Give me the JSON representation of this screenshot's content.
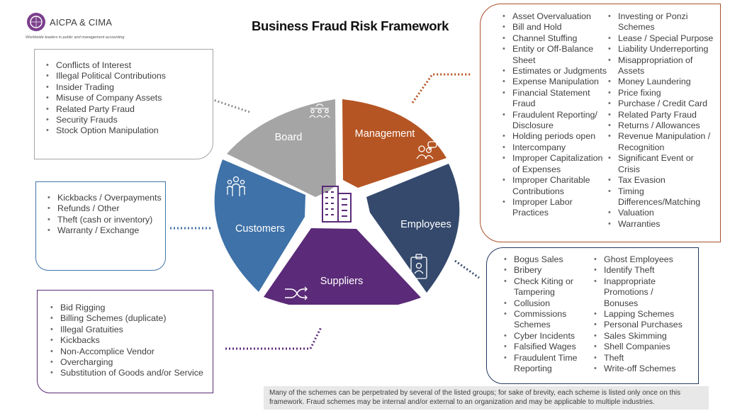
{
  "logo": {
    "brand_left": "AICPA",
    "brand_amp": " & ",
    "brand_right": "CIMA",
    "tagline": "Worldwide leaders in public and management accounting"
  },
  "title": "Business Fraud Risk Framework",
  "segments": {
    "board": {
      "label": "Board",
      "color": "#a5a5a5",
      "icon": "meeting-people-icon"
    },
    "management": {
      "label": "Management",
      "color": "#b55523",
      "icon": "chat-people-icon"
    },
    "employees": {
      "label": "Employees",
      "color": "#34496c",
      "icon": "id-badge-icon"
    },
    "suppliers": {
      "label": "Suppliers",
      "color": "#5b2a78",
      "icon": "shuffle-arrows-icon"
    },
    "customers": {
      "label": "Customers",
      "color": "#3f72a8",
      "icon": "group-people-icon"
    },
    "center_icon": "buildings-icon"
  },
  "board_items": [
    "Conflicts of Interest",
    "Illegal Political Contributions",
    "Insider Trading",
    "Misuse of Company Assets",
    "Related Party Fraud",
    "Security Frauds",
    "Stock Option Manipulation"
  ],
  "customer_items": [
    "Kickbacks / Overpayments",
    "Refunds / Other",
    "Theft (cash or inventory)",
    "Warranty / Exchange"
  ],
  "supplier_items": [
    "Bid Rigging",
    "Billing Schemes (duplicate)",
    "Illegal Gratuities",
    "Kickbacks",
    "Non-Accomplice Vendor",
    "Overcharging",
    "Substitution of Goods and/or Service"
  ],
  "management_items_col1": [
    "Asset Overvaluation",
    "Bill and Hold",
    "Channel Stuffing",
    "Entity or Off-Balance Sheet",
    "Estimates or Judgments",
    "Expense Manipulation",
    "Financial Statement Fraud",
    "Fraudulent Reporting/ Disclosure",
    "Holding periods open",
    "Intercompany",
    "Improper Capitalization of Expenses",
    "Improper Charitable Contributions",
    "Improper Labor Practices"
  ],
  "management_items_col2": [
    "Investing or Ponzi Schemes",
    "Lease / Special Purpose",
    "Liability Underreporting",
    "Misappropriation of Assets",
    "Money Laundering",
    "Price fixing",
    "Purchase / Credit Card",
    "Related Party Fraud",
    "Returns / Allowances",
    "Revenue Manipulation / Recognition",
    "Significant Event or Crisis",
    "Tax Evasion",
    "Timing Differences/Matching",
    "Valuation",
    "Warranties"
  ],
  "employee_items_col1": [
    "Bogus Sales",
    "Bribery",
    "Check Kiting or Tampering",
    "Collusion",
    "Commissions Schemes",
    "Cyber Incidents",
    "Falsified Wages",
    "Fraudulent Time Reporting"
  ],
  "employee_items_col2": [
    "Ghost Employees",
    "Identify Theft",
    "Inappropriate Promotions / Bonuses",
    "Lapping Schemes",
    "Personal Purchases",
    "Sales Skimming",
    "Shell Companies",
    "Theft",
    "Write-off Schemes"
  ],
  "footnote": "Many of the schemes can be perpetrated by several of the listed groups; for sake of brevity, each scheme is listed only once on this framework.  Fraud schemes may be internal and/or external to an organization and may be applicable to multiple industries."
}
